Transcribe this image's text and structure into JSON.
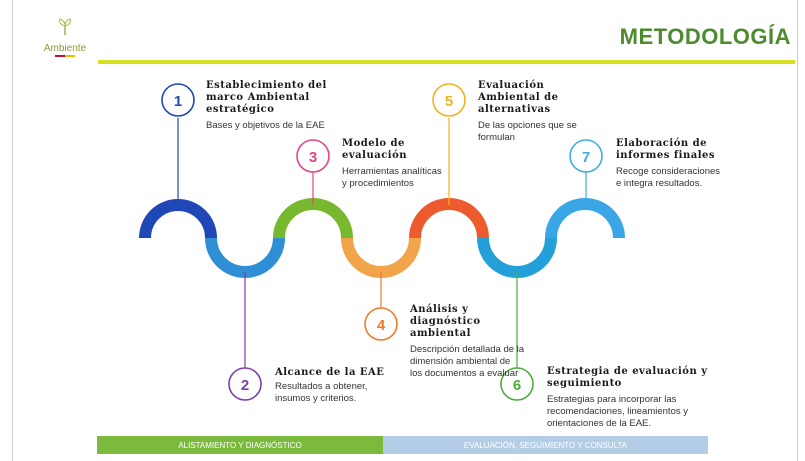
{
  "header": {
    "logo_text": "Ambiente",
    "title": "METODOLOGÍA"
  },
  "steps": [
    {
      "number": "1",
      "color": "#1f47b5",
      "title": "Establecimiento del\nmarco Ambiental\nestratégico",
      "description": "Bases y objetivos de la EAE"
    },
    {
      "number": "2",
      "color": "#7b3fa8",
      "title": "Alcance de la EAE",
      "description": "Resultados a obtener,\ninsumos y criterios."
    },
    {
      "number": "3",
      "color": "#e0458a",
      "title": "Modelo de\nevaluación",
      "description": "Herramientas analíticas\ny procedimientos"
    },
    {
      "number": "4",
      "color": "#f07a2a",
      "title": "Análisis y\ndiagnóstico\nambiental",
      "description": "Descripción detallada de la\ndimensión ambiental de\nlos documentos a evaluar"
    },
    {
      "number": "5",
      "color": "#f2b21b",
      "title": "Evaluación\nAmbiental de\nalternativas",
      "description": "De las opciones que se\nformulan"
    },
    {
      "number": "6",
      "color": "#4caf3c",
      "title": "Estrategia de evaluación y\nseguimiento",
      "description": "Estrategias para incorporar las\nrecomendaciones, lineamientos y\norientaciones de la EAE."
    },
    {
      "number": "7",
      "color": "#3bb0e0",
      "title": "Elaboración de\ninformes finales",
      "description": "Recoge consideraciones\ne integra resultados."
    }
  ],
  "wave_colors": [
    "#1f47b5",
    "#2e8fd6",
    "#78b82e",
    "#f2a44a",
    "#ec5a2e",
    "#23a0d8",
    "#3aa6e6"
  ],
  "phases": [
    {
      "label": "ALISTAMIENTO Y DIAGNÓSTICO",
      "color": "#7cba3d"
    },
    {
      "label": "EVALUACIÓN, SEGUIMIENTO Y CONSULTA",
      "color": "#b4cde6"
    }
  ]
}
